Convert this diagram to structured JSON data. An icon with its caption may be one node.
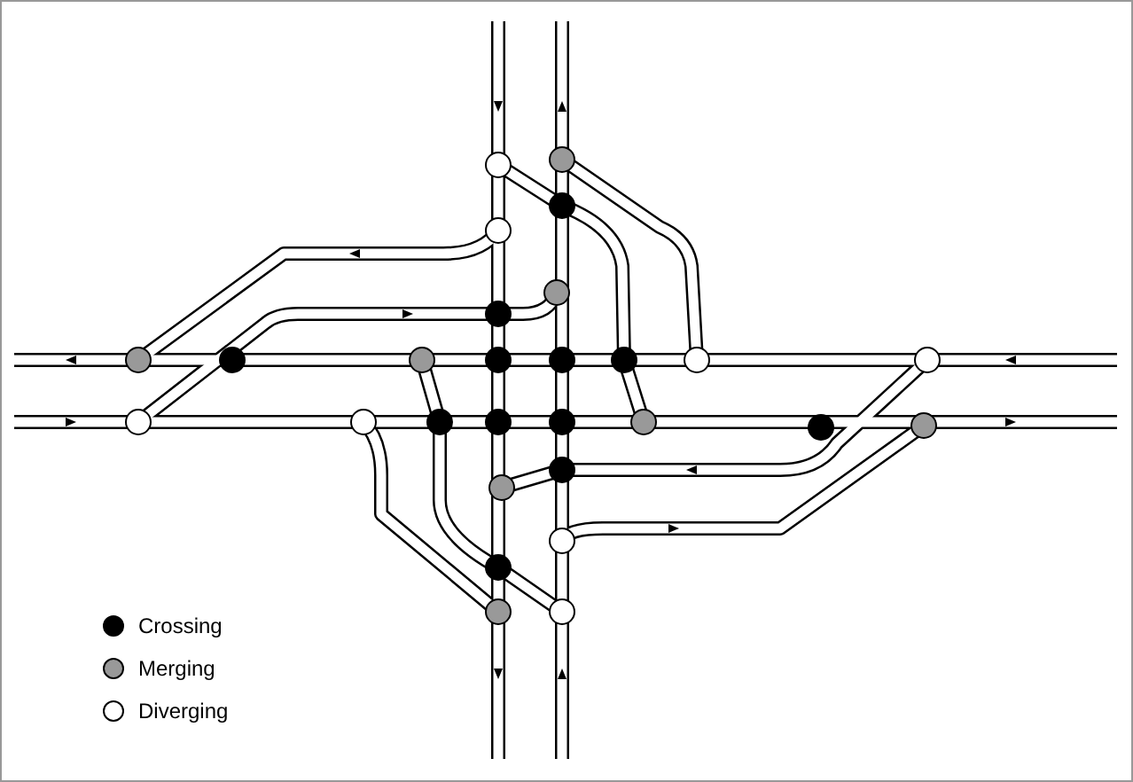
{
  "diagram": {
    "legend": [
      {
        "text": "Crossing",
        "color": "#000000"
      },
      {
        "text": "Merging",
        "color": "#999999"
      },
      {
        "text": "Diverging",
        "color": "#ffffff"
      }
    ]
  }
}
